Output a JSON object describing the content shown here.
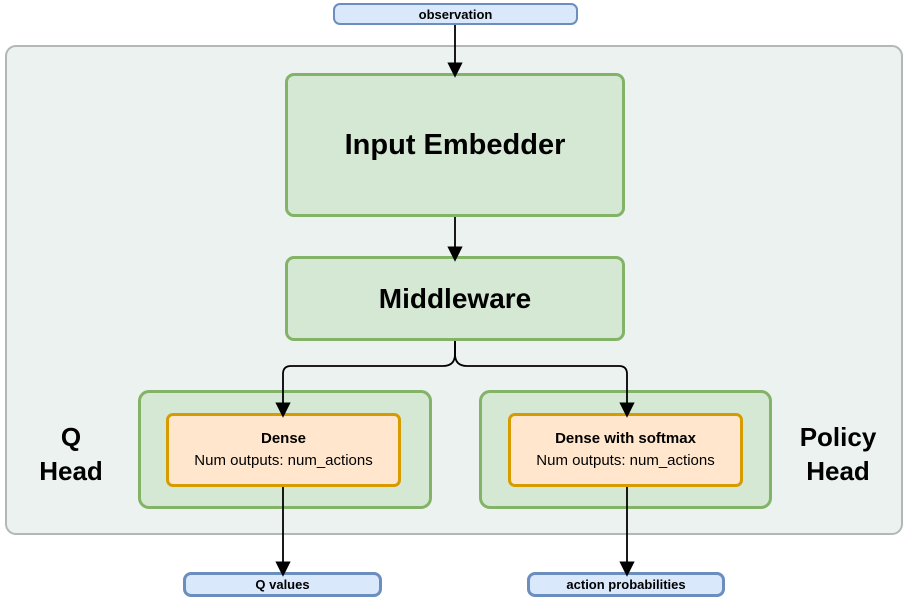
{
  "colors": {
    "blue_fill": "#dae8fc",
    "blue_border": "#6c8ebf",
    "green_fill": "#d5e8d4",
    "green_border": "#82b366",
    "orange_fill": "#ffe6cc",
    "orange_border": "#d79b00",
    "canvas_fill": "#ecf2ef",
    "canvas_border": "#b3b8b6",
    "arrow": "#000000",
    "text": "#000000"
  },
  "nodes": {
    "observation": {
      "label": "observation"
    },
    "input_embedder": {
      "label": "Input Embedder"
    },
    "middleware": {
      "label": "Middleware"
    },
    "q_dense": {
      "title": "Dense",
      "subtitle": "Num outputs: num_actions"
    },
    "policy_dense": {
      "title": "Dense with softmax",
      "subtitle": "Num outputs: num_actions"
    },
    "q_values": {
      "label": "Q values"
    },
    "action_probabilities": {
      "label": "action probabilities"
    }
  },
  "labels": {
    "q_head": {
      "line1": "Q",
      "line2": "Head"
    },
    "policy_head": {
      "line1": "Policy",
      "line2": "Head"
    }
  }
}
